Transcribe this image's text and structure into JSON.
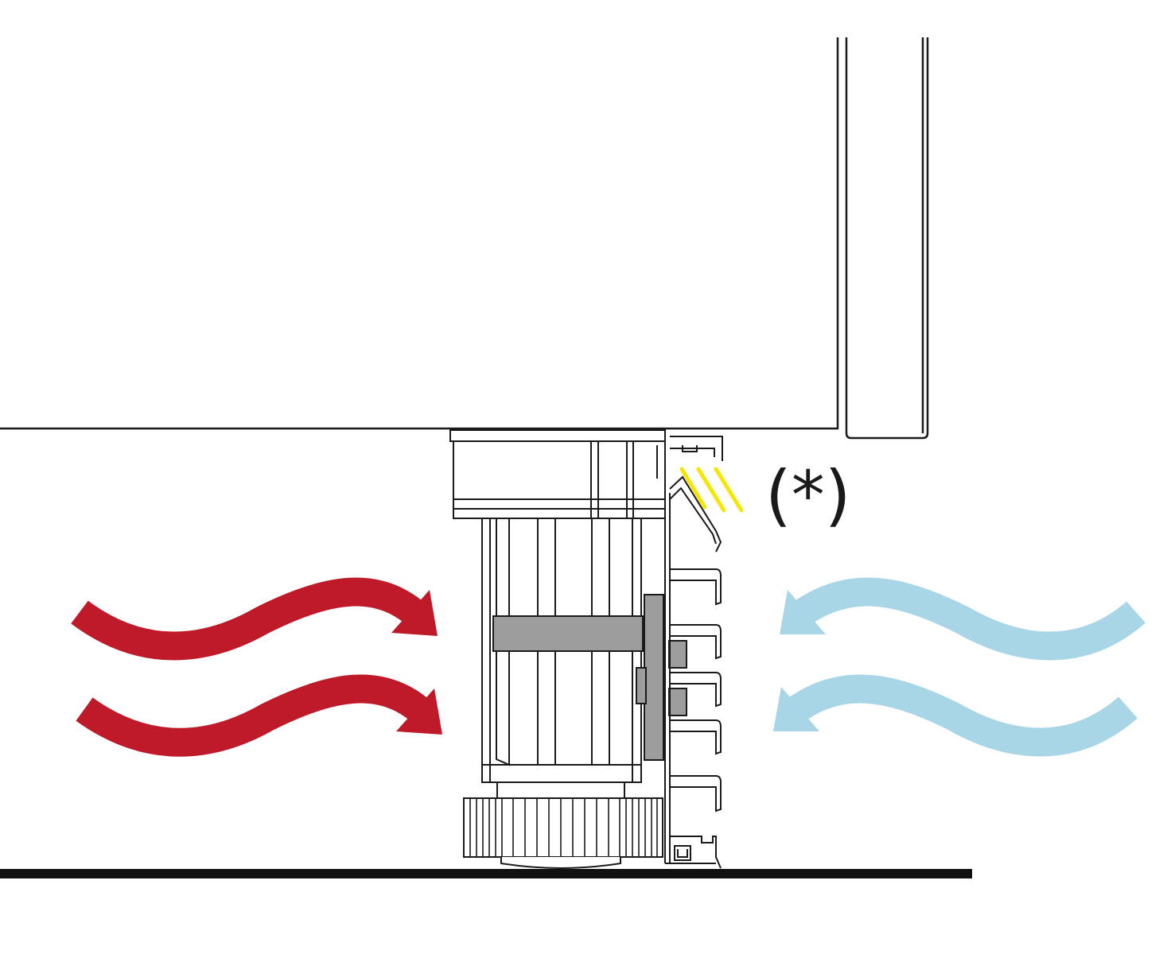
{
  "annotation": {
    "symbol": "(*)"
  },
  "colors": {
    "background": "#ffffff",
    "outline": "#1a1a1a",
    "bracket_gray": "#9d9d9d",
    "warm_air": "#be1a2a",
    "cool_air": "#a8d6e6",
    "highlight": "#f6e600"
  },
  "icons": [
    "warm-air-arrow",
    "cool-air-arrow",
    "adjustable-foot",
    "ventilation-grille",
    "highlight-rays"
  ]
}
